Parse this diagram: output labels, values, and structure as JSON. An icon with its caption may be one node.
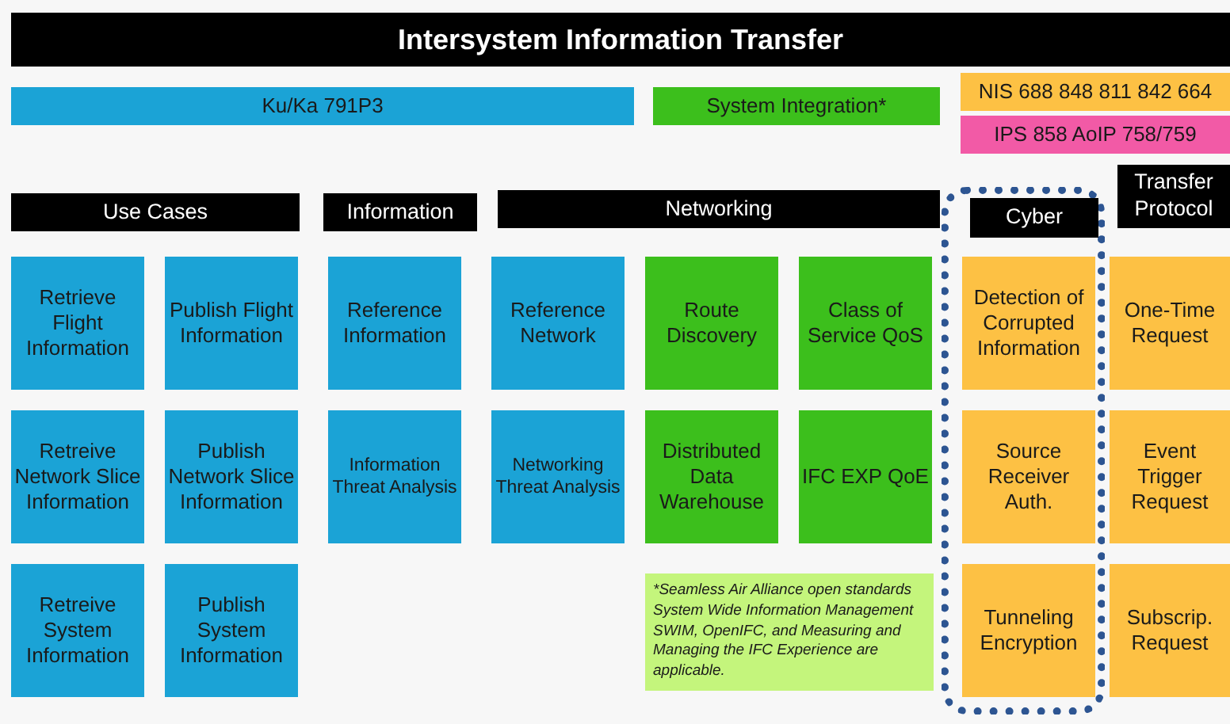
{
  "diagram": {
    "title": "Intersystem Information Transfer",
    "nodes": [
      {
        "text": [
          "Ku/Ka 791P3"
        ]
      },
      {
        "text": [
          "System Integration*"
        ]
      },
      {
        "text": [
          "NIS 688 848 811 842 664"
        ]
      },
      {
        "text": [
          "IPS 858 AoIP 758/759"
        ]
      },
      {
        "text": [
          "Use Cases"
        ]
      },
      {
        "text": [
          "Information"
        ]
      },
      {
        "text": [
          "Networking"
        ]
      },
      {
        "text": [],
        "shape": "box"
      },
      {
        "text": [
          "Cyber"
        ],
        "in": 7
      },
      {
        "text": [
          "Transfer Protocol"
        ]
      },
      {
        "text": [
          "Retrieve Flight Information"
        ]
      },
      {
        "text": [
          "Publish Flight Information"
        ]
      },
      {
        "text": [
          "Reference Information"
        ]
      },
      {
        "text": [
          "Reference Network"
        ]
      },
      {
        "text": [
          "Route Discovery"
        ]
      },
      {
        "text": [
          "Class of Service QoS"
        ]
      },
      {
        "text": [
          "Detection of Corrupted Information"
        ],
        "in": 7
      },
      {
        "text": [
          "One-Time Request"
        ]
      },
      {
        "text": [
          "Retreive Network Slice Information"
        ]
      },
      {
        "text": [
          "Publish Network Slice Information"
        ]
      },
      {
        "text": [
          "Information Threat Analysis"
        ]
      },
      {
        "text": [
          "Networking Threat Analysis"
        ]
      },
      {
        "text": [
          "Distributed Data Warehouse"
        ]
      },
      {
        "text": [
          "IFC EXP QoE"
        ]
      },
      {
        "text": [
          "Source Receiver Auth."
        ],
        "in": 7
      },
      {
        "text": [
          "Event Trigger Request"
        ]
      },
      {
        "text": [
          "Retreive System Information"
        ]
      },
      {
        "text": [
          "Publish System Information"
        ]
      },
      {
        "text": [
          "*Seamless Air Alliance open standards System Wide Information Management SWIM, OpenIFC, and Measuring and Managing the IFC Experience are applicable."
        ]
      },
      {
        "text": [
          "Tunneling Encryption"
        ],
        "in": 7
      },
      {
        "text": [
          "Subscrip. Request"
        ]
      }
    ]
  }
}
